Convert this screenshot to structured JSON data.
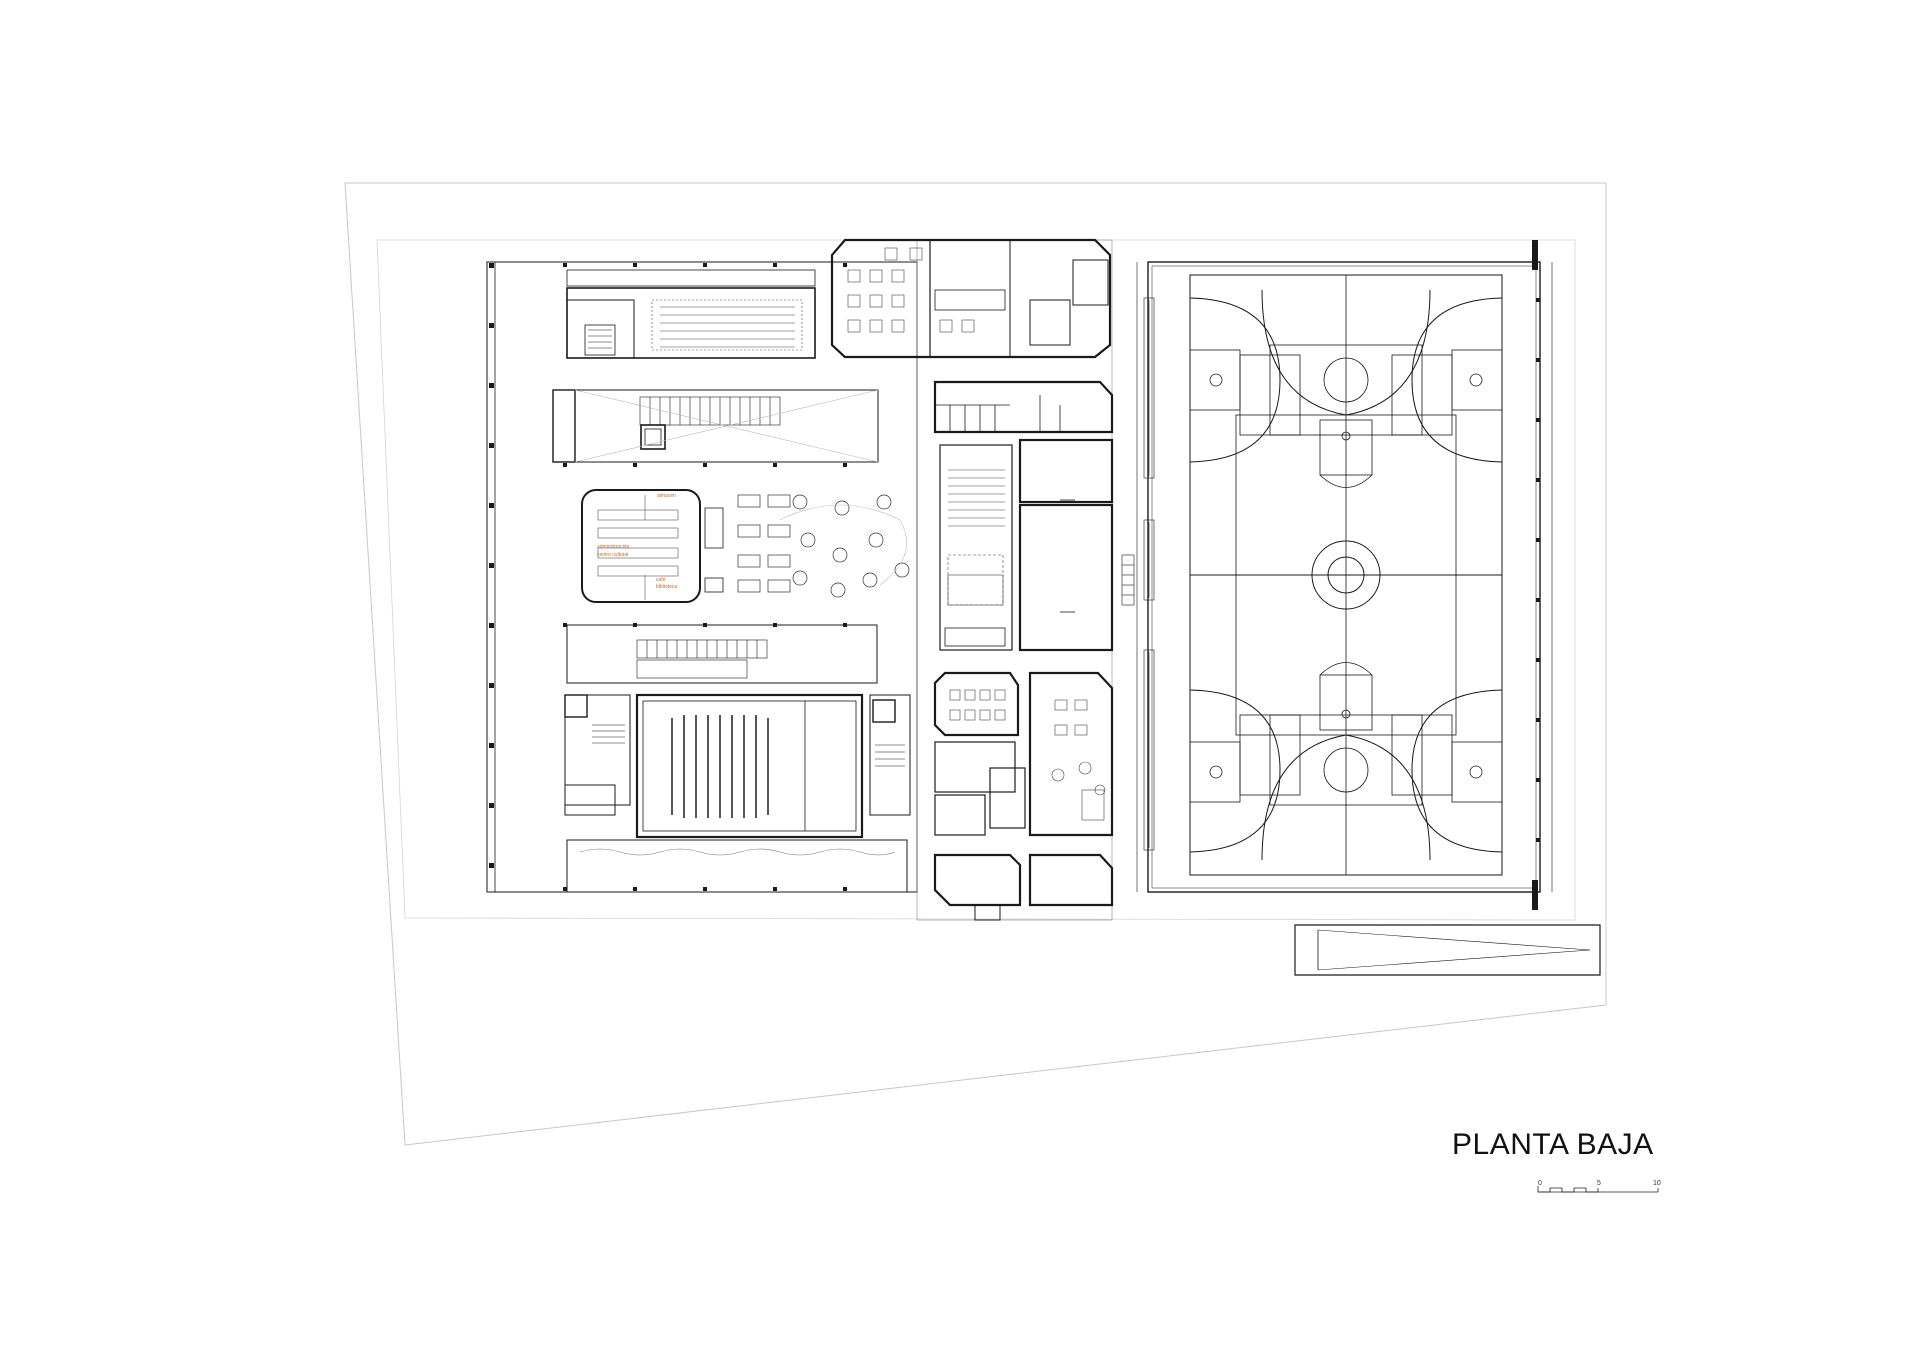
{
  "title": "PLANTA BAJA",
  "scale_bar": {
    "ticks": [
      "0",
      "5",
      "10"
    ]
  },
  "room_labels": [
    "almacén",
    "administración",
    "centro cultural",
    "café",
    "biblioteca"
  ],
  "colors": {
    "line": "#1a1a1a",
    "light_line": "#9a9a9a",
    "accent": "#d2691e",
    "background": "#ffffff"
  }
}
